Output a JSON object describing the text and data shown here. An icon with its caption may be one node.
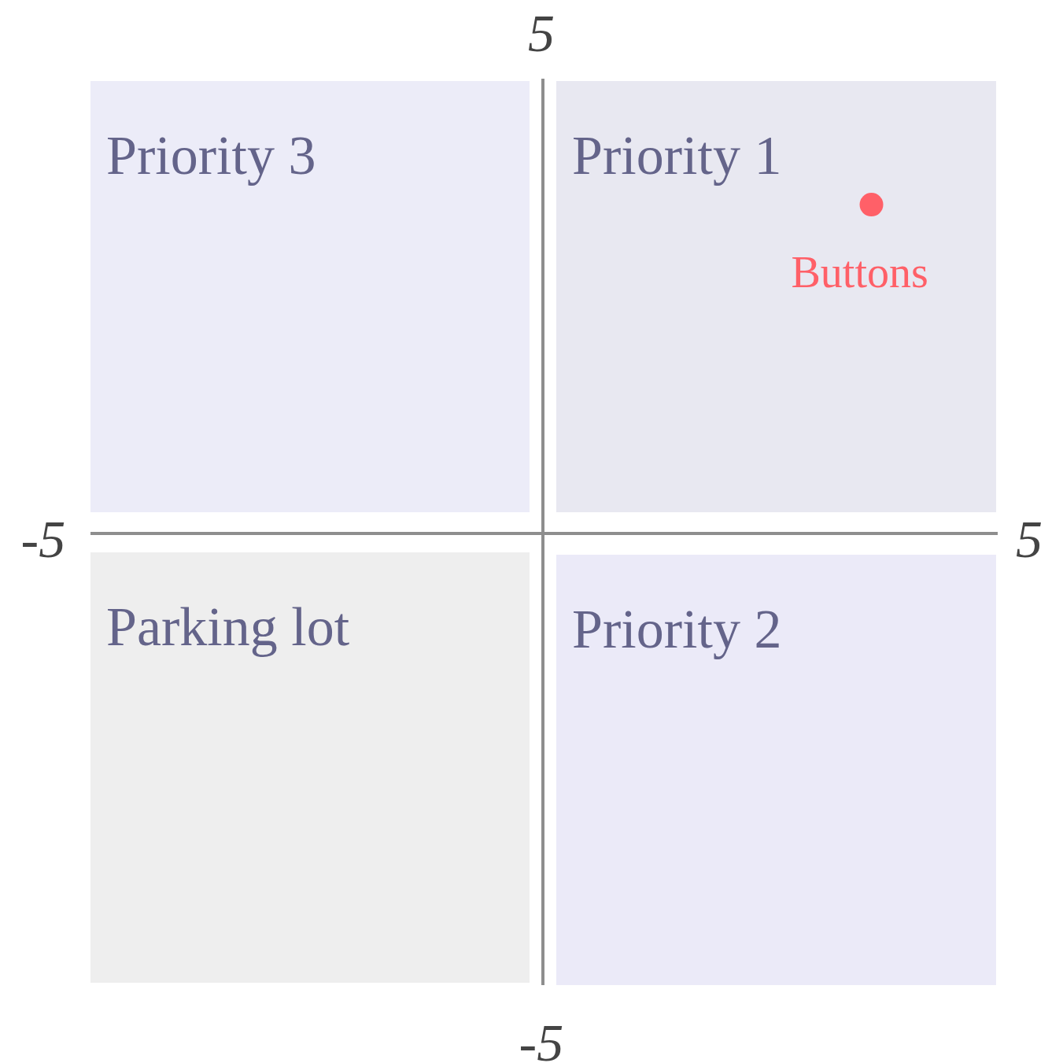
{
  "diagram": {
    "nodes": [
      {
        "text": [
          "Priority 3"
        ]
      },
      {
        "text": [
          "Priority 1"
        ]
      },
      {
        "text": [
          "Parking lot"
        ]
      },
      {
        "text": [
          "Priority 2"
        ]
      }
    ],
    "chart_data": {
      "type": "scatter",
      "x": [
        3.4
      ],
      "series": [
        {
          "name": "Buttons",
          "color": "#ff6068",
          "values": [
            3.3
          ]
        }
      ],
      "xlim": [
        -5,
        5
      ],
      "ylim": [
        -5,
        5
      ],
      "xticks": [
        -5,
        5
      ],
      "yticks": [
        -5,
        5
      ]
    }
  }
}
